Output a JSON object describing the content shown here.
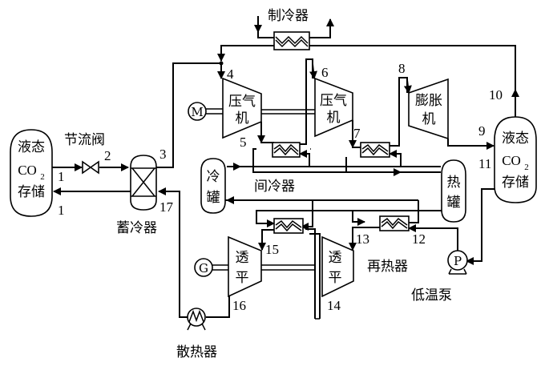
{
  "diagram": {
    "title": "",
    "components": {
      "liquid_co2_left": {
        "line1": "液态",
        "line2": "CO",
        "sub": "2",
        "line3": "存储"
      },
      "liquid_co2_right": {
        "line1": "液态",
        "line2": "CO",
        "sub": "2",
        "line3": "存储"
      },
      "throttle_valve": "节流阀",
      "cold_accumulator": "蓄冷器",
      "refrigerator": "制冷器",
      "compressor1": {
        "line1": "压气",
        "line2": "机"
      },
      "compressor2": {
        "line1": "压气",
        "line2": "机"
      },
      "expander": {
        "line1": "膨胀",
        "line2": "机"
      },
      "motor": "M",
      "generator": "G",
      "intercooler": "间冷器",
      "cold_tank": {
        "line1": "冷",
        "line2": "罐"
      },
      "hot_tank": {
        "line1": "热",
        "line2": "罐"
      },
      "turbine1": {
        "line1": "透",
        "line2": "平"
      },
      "turbine2": {
        "line1": "透",
        "line2": "平"
      },
      "reheater": "再热器",
      "pump": "P",
      "pump_label": "低温泵",
      "radiator": "散热器"
    },
    "state_points": [
      "1",
      "1",
      "2",
      "3",
      "4",
      "5",
      "6",
      "7",
      "8",
      "9",
      "10",
      "11",
      "12",
      "13",
      "14",
      "15",
      "16",
      "17"
    ]
  }
}
